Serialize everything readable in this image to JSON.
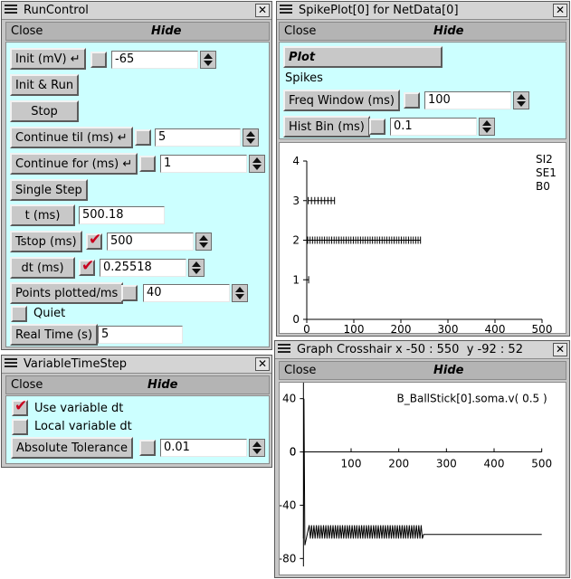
{
  "run_control": {
    "title": "RunControl",
    "close": "Close",
    "hide": "Hide",
    "init_label": "Init (mV)",
    "init_value": "-65",
    "init_run": "Init & Run",
    "stop": "Stop",
    "continue_til_label": "Continue til (ms)",
    "continue_til_value": "5",
    "continue_for_label": "Continue for (ms)",
    "continue_for_value": "1",
    "single_step": "Single Step",
    "t_label": "t (ms)",
    "t_value": "500.18",
    "tstop_label": "Tstop (ms)",
    "tstop_value": "500",
    "dt_label": "dt (ms)",
    "dt_value": "0.25518",
    "points_label": "Points plotted/ms",
    "points_value": "40",
    "quiet": "Quiet",
    "real_time_label": "Real Time (s)",
    "real_time_value": "5"
  },
  "variable_time_step": {
    "title": "VariableTimeStep",
    "close": "Close",
    "hide": "Hide",
    "use_variable_dt": "Use variable dt",
    "local_variable_dt": "Local variable dt",
    "abs_tol_label": "Absolute Tolerance",
    "abs_tol_value": "0.01"
  },
  "spike_plot": {
    "title": "SpikePlot[0] for NetData[0]",
    "close": "Close",
    "hide": "Hide",
    "plot": "Plot",
    "spikes": "Spikes",
    "freq_label": "Freq Window (ms)",
    "freq_value": "100",
    "hist_label": "Hist Bin (ms)",
    "hist_value": "0.1",
    "legend": [
      "SI2",
      "SE1",
      "B0"
    ]
  },
  "crosshair_graph": {
    "title": "Graph Crosshair x -50 : 550  y -92 : 52",
    "close": "Close",
    "hide": "Hide",
    "trace_label": "B_BallStick[0].soma.v( 0.5 )"
  },
  "chart_data": [
    {
      "type": "scatter",
      "x_ticks": [
        "0",
        "100",
        "200",
        "300",
        "400",
        "500"
      ],
      "y_ticks": [
        "0",
        "1",
        "2",
        "3",
        "4"
      ],
      "xlim": [
        0,
        500
      ],
      "ylim": [
        0,
        4
      ],
      "series": [
        {
          "name": "B0",
          "y": 1,
          "x": [
            0,
            4
          ]
        },
        {
          "name": "SE1",
          "y": 2,
          "x_start": 2,
          "x_end": 242,
          "step": 5.1
        },
        {
          "name": "SI2",
          "y": 3,
          "x": [
            3,
            10,
            17,
            24,
            31,
            38,
            45,
            52,
            59
          ]
        }
      ]
    },
    {
      "type": "line",
      "x_ticks": [
        "0",
        "100",
        "200",
        "300",
        "400",
        "500"
      ],
      "y_ticks": [
        "40",
        "0",
        "-40",
        "-80"
      ],
      "xlim": [
        -50,
        550
      ],
      "ylim": [
        -92,
        52
      ],
      "series": [
        {
          "name": "B_BallStick[0].soma.v( 0.5 )",
          "initial": -65,
          "spike_peak": 40,
          "trough": -70,
          "osc_start": 12,
          "osc_end": 250,
          "osc_high": -55,
          "osc_low": -65,
          "rest": -62
        }
      ]
    }
  ]
}
